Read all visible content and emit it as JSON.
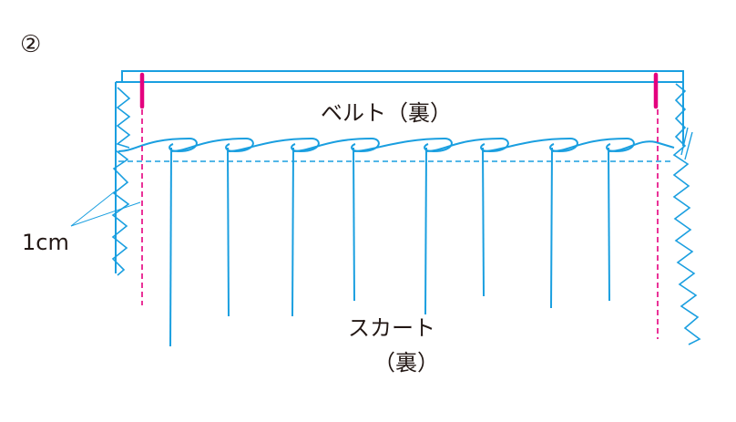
{
  "step_label": "②",
  "belt_label": "ベルト（裏）",
  "seam_allowance_label": "1cm",
  "skirt_label": "スカート",
  "skirt_side_label": "（裏）",
  "colors": {
    "fabric_line": "#1a9fe0",
    "stitch_mark": "#e4007f",
    "text": "#231815"
  }
}
